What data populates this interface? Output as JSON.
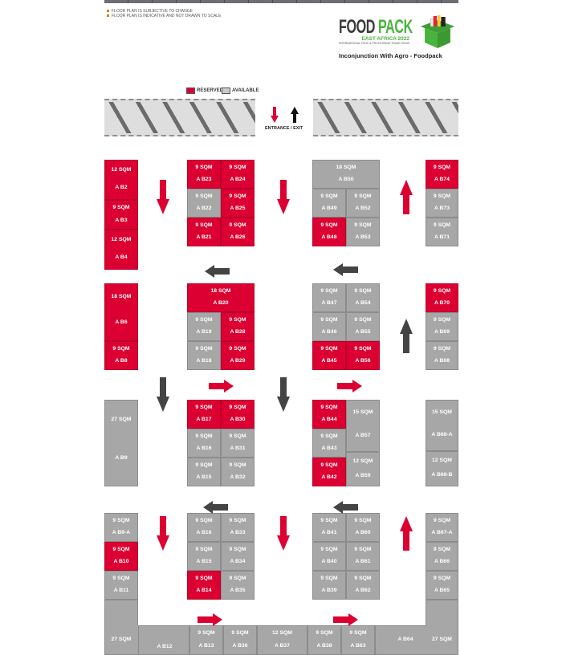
{
  "notes": [
    "FLOOR PLAN IS SUBJECTIVE TO CHANGE",
    "FLOOR PLAN IS INDICATIVE AND NOT DRAWN TO SCALE"
  ],
  "logo": {
    "word1": "FOOD",
    "word2": "PACK",
    "edition": "EAST AFRICA 2022",
    "tagline": "INTERNATIONAL FOOD & PROCESSING TRADE SHOW"
  },
  "subtitle": "Inconjunction With Agro - Foodpack",
  "legend": {
    "reserved": "RESERVED",
    "available": "AVAILABLE"
  },
  "entrance_label": "ENTRANCE / EXIT",
  "colors": {
    "reserved": "#dc0032",
    "available": "#a7a7a7",
    "arrow_red": "#dc0032",
    "arrow_dark": "#444444",
    "brand_green": "#4ab33e"
  },
  "booths": [
    {
      "name": "A B2",
      "size": "12 SQM",
      "status": "reserved"
    },
    {
      "name": "A B3",
      "size": "9 SQM",
      "status": "reserved"
    },
    {
      "name": "A B4",
      "size": "12 SQM",
      "status": "reserved"
    },
    {
      "name": "A B23",
      "size": "9 SQM",
      "status": "reserved"
    },
    {
      "name": "A B24",
      "size": "9 SQM",
      "status": "reserved"
    },
    {
      "name": "A B22",
      "size": "9 SQM",
      "status": "available"
    },
    {
      "name": "A B25",
      "size": "9 SQM",
      "status": "reserved"
    },
    {
      "name": "A B21",
      "size": "9 SQM",
      "status": "reserved"
    },
    {
      "name": "A B26",
      "size": "9 SQM",
      "status": "reserved"
    },
    {
      "name": "A B50",
      "size": "18 SQM",
      "status": "available"
    },
    {
      "name": "A B49",
      "size": "9 SQM",
      "status": "available"
    },
    {
      "name": "A B52",
      "size": "9 SQM",
      "status": "available"
    },
    {
      "name": "A B48",
      "size": "9 SQM",
      "status": "reserved"
    },
    {
      "name": "A B53",
      "size": "9 SQM",
      "status": "available"
    },
    {
      "name": "A B74",
      "size": "9 SQM",
      "status": "reserved"
    },
    {
      "name": "A B73",
      "size": "9 SQM",
      "status": "available"
    },
    {
      "name": "A B71",
      "size": "9 SQM",
      "status": "available"
    },
    {
      "name": "A B6",
      "size": "18 SQM",
      "status": "reserved"
    },
    {
      "name": "A B8",
      "size": "9 SQM",
      "status": "reserved"
    },
    {
      "name": "A B20",
      "size": "18 SQM",
      "status": "reserved"
    },
    {
      "name": "A B19",
      "size": "9 SQM",
      "status": "available"
    },
    {
      "name": "A B28",
      "size": "9 SQM",
      "status": "reserved"
    },
    {
      "name": "A B18",
      "size": "9 SQM",
      "status": "available"
    },
    {
      "name": "A B29",
      "size": "9 SQM",
      "status": "reserved"
    },
    {
      "name": "A B47",
      "size": "9 SQM",
      "status": "available"
    },
    {
      "name": "A B54",
      "size": "9 SQM",
      "status": "available"
    },
    {
      "name": "A B46",
      "size": "9 SQM",
      "status": "available"
    },
    {
      "name": "A B55",
      "size": "9 SQM",
      "status": "available"
    },
    {
      "name": "A B45",
      "size": "9 SQM",
      "status": "reserved"
    },
    {
      "name": "A B56",
      "size": "9 SQM",
      "status": "reserved"
    },
    {
      "name": "A B70",
      "size": "9 SQM",
      "status": "reserved"
    },
    {
      "name": "A B69",
      "size": "9 SQM",
      "status": "available"
    },
    {
      "name": "A B68",
      "size": "9 SQM",
      "status": "available"
    },
    {
      "name": "A B9",
      "size": "27 SQM",
      "status": "available"
    },
    {
      "name": "A B17",
      "size": "9 SQM",
      "status": "reserved"
    },
    {
      "name": "A B30",
      "size": "9 SQM",
      "status": "reserved"
    },
    {
      "name": "A B16",
      "size": "9 SQM",
      "status": "available"
    },
    {
      "name": "A B31",
      "size": "9 SQM",
      "status": "available"
    },
    {
      "name": "A B15",
      "size": "9 SQM",
      "status": "available"
    },
    {
      "name": "A B32",
      "size": "9 SQM",
      "status": "available"
    },
    {
      "name": "A B44",
      "size": "9 SQM",
      "status": "reserved"
    },
    {
      "name": "A B57",
      "size": "15 SQM",
      "status": "available"
    },
    {
      "name": "A B43",
      "size": "9 SQM",
      "status": "available"
    },
    {
      "name": "A B42",
      "size": "9 SQM",
      "status": "reserved"
    },
    {
      "name": "A B59",
      "size": "12 SQM",
      "status": "available"
    },
    {
      "name": "A B68-A",
      "size": "15 SQM",
      "status": "available"
    },
    {
      "name": "A B68-B",
      "size": "12 SQM",
      "status": "available"
    },
    {
      "name": "A B9-A",
      "size": "9 SQM",
      "status": "available"
    },
    {
      "name": "A B10",
      "size": "9 SQM",
      "status": "reserved"
    },
    {
      "name": "A B11",
      "size": "9 SQM",
      "status": "available"
    },
    {
      "name": "A B16",
      "size": "9 SQM",
      "status": "available"
    },
    {
      "name": "A B33",
      "size": "9 SQM",
      "status": "available"
    },
    {
      "name": "A B15",
      "size": "9 SQM",
      "status": "available"
    },
    {
      "name": "A B34",
      "size": "9 SQM",
      "status": "available"
    },
    {
      "name": "A B14",
      "size": "9 SQM",
      "status": "reserved"
    },
    {
      "name": "A B35",
      "size": "9 SQM",
      "status": "available"
    },
    {
      "name": "A B41",
      "size": "9 SQM",
      "status": "available"
    },
    {
      "name": "A B60",
      "size": "9 SQM",
      "status": "available"
    },
    {
      "name": "A B40",
      "size": "9 SQM",
      "status": "available"
    },
    {
      "name": "A B61",
      "size": "9 SQM",
      "status": "available"
    },
    {
      "name": "A B39",
      "size": "9 SQM",
      "status": "available"
    },
    {
      "name": "A B62",
      "size": "9 SQM",
      "status": "available"
    },
    {
      "name": "A B67-A",
      "size": "9 SQM",
      "status": "available"
    },
    {
      "name": "A B66",
      "size": "9 SQM",
      "status": "available"
    },
    {
      "name": "A B65",
      "size": "9 SQM",
      "status": "available"
    },
    {
      "name": "A B12",
      "size": "27 SQM",
      "status": "available"
    },
    {
      "name": "A B13",
      "size": "9 SQM",
      "status": "available"
    },
    {
      "name": "A B36",
      "size": "9 SQM",
      "status": "available"
    },
    {
      "name": "A B37",
      "size": "12 SQM",
      "status": "available"
    },
    {
      "name": "A B38",
      "size": "9 SQM",
      "status": "available"
    },
    {
      "name": "A B63",
      "size": "9 SQM",
      "status": "available"
    },
    {
      "name": "A B64",
      "size": "27 SQM",
      "status": "available"
    }
  ],
  "flow_arrows": [
    {
      "direction": "down",
      "color": "red"
    },
    {
      "direction": "down",
      "color": "red"
    },
    {
      "direction": "up",
      "color": "red"
    },
    {
      "direction": "left",
      "color": "dark"
    },
    {
      "direction": "left",
      "color": "dark"
    },
    {
      "direction": "up",
      "color": "dark"
    },
    {
      "direction": "right",
      "color": "red"
    },
    {
      "direction": "right",
      "color": "red"
    },
    {
      "direction": "down",
      "color": "dark"
    },
    {
      "direction": "down",
      "color": "dark"
    },
    {
      "direction": "left",
      "color": "dark"
    },
    {
      "direction": "left",
      "color": "dark"
    },
    {
      "direction": "down",
      "color": "red"
    },
    {
      "direction": "down",
      "color": "red"
    },
    {
      "direction": "up",
      "color": "red"
    },
    {
      "direction": "right",
      "color": "red"
    },
    {
      "direction": "right",
      "color": "red"
    },
    {
      "direction": "down",
      "color": "red"
    },
    {
      "direction": "up",
      "color": "dark"
    }
  ]
}
